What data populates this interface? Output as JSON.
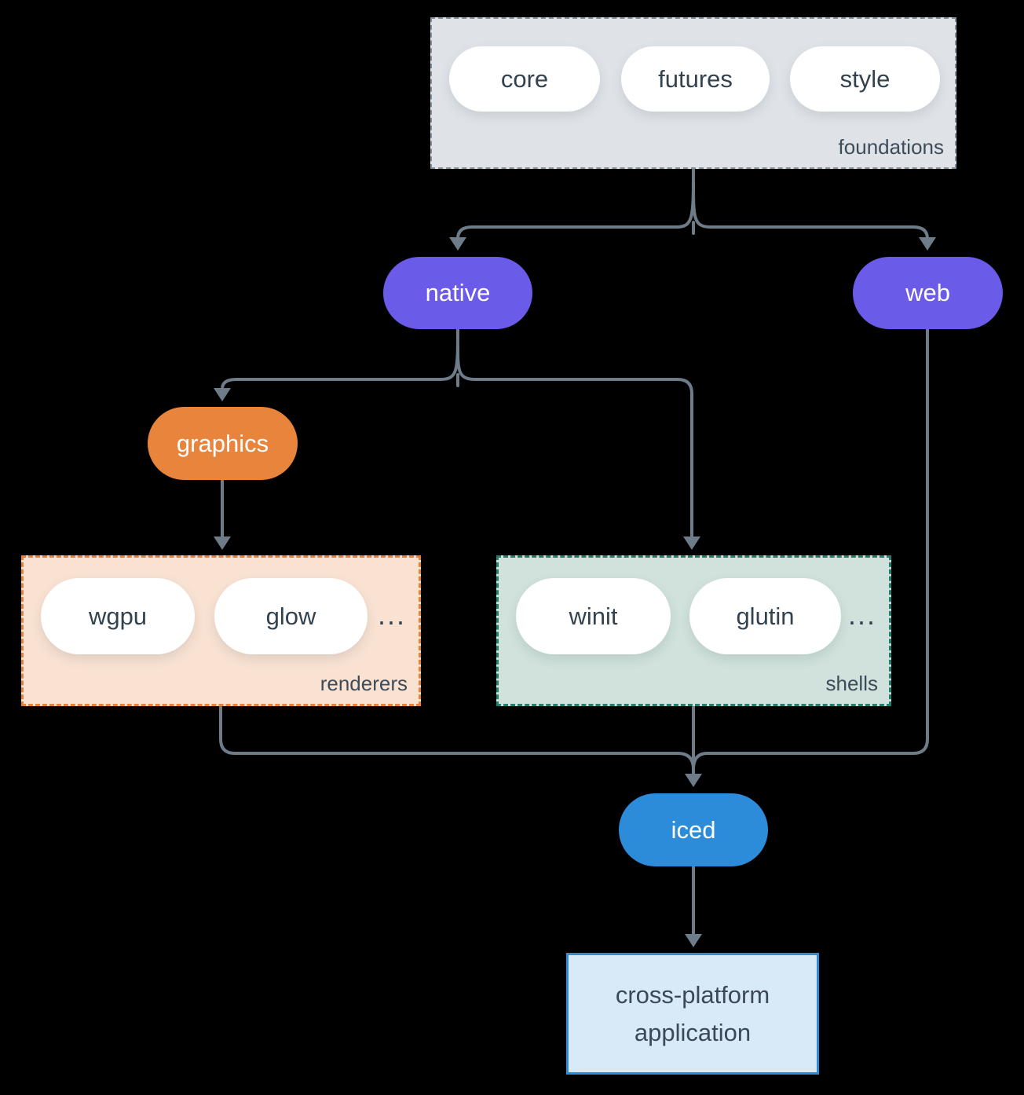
{
  "colors": {
    "background": "#000000",
    "connector_line": "#6E7B88",
    "node_purple": "#6A5BE8",
    "node_orange": "#E8843C",
    "node_blue": "#2D8CD9",
    "foundations_fill": "#DFE3E8",
    "foundations_border": "#8492A0",
    "renderers_fill": "#F9E2D2",
    "renderers_border": "#E8823A",
    "shells_fill": "#D0E2DB",
    "shells_border": "#23806F",
    "application_fill": "#D8E9F8",
    "application_border": "#2D8CD9",
    "dark_text": "#33424F",
    "group_label_text": "#3D4C59"
  },
  "foundations": {
    "label": "foundations",
    "pills": [
      "core",
      "futures",
      "style"
    ]
  },
  "native": {
    "label": "native"
  },
  "web": {
    "label": "web"
  },
  "graphics": {
    "label": "graphics"
  },
  "renderers": {
    "label": "renderers",
    "pills": [
      "wgpu",
      "glow"
    ],
    "more": "..."
  },
  "shells": {
    "label": "shells",
    "pills": [
      "winit",
      "glutin"
    ],
    "more": "..."
  },
  "iced": {
    "label": "iced"
  },
  "application": {
    "line1": "cross-platform",
    "line2": "application"
  }
}
